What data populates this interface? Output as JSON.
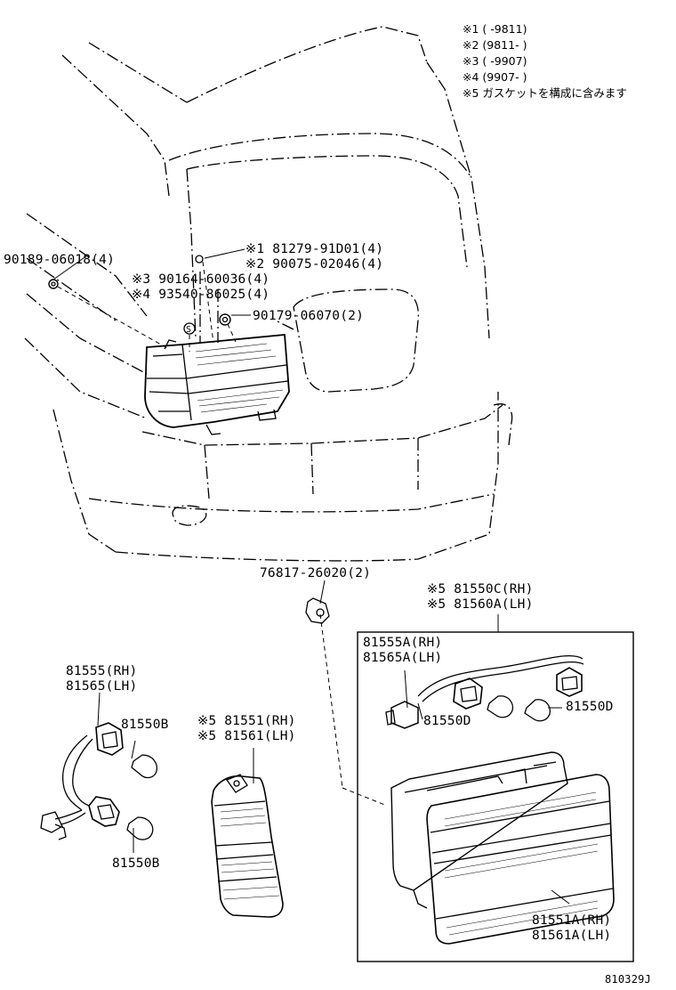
{
  "notes": [
    "※1 (      -9811)",
    "※2 (9811-      )",
    "※3 (      -9907)",
    "※4 (9907-      )",
    "※5 ガスケットを構成に含みます"
  ],
  "labels": {
    "p90189": "90189-06018(4)",
    "p81279": "※1 81279-91D01(4)",
    "p90075": "※2 90075-02046(4)",
    "p90164": "※3 90164-60036(4)",
    "p93540": "※4 93540-86025(4)",
    "p90179": "90179-06070(2)",
    "p76817": "76817-26020(2)",
    "p81550C": "※5 81550C(RH)",
    "p81560A": "※5 81560A(LH)",
    "p81555A": "81555A(RH)",
    "p81565A": "81565A(LH)",
    "p81550D_1": "81550D",
    "p81550D_2": "81550D",
    "p81555": "81555(RH)",
    "p81565": "81565(LH)",
    "p81550B_1": "81550B",
    "p81550B_2": "81550B",
    "p81551": "※5 81551(RH)",
    "p81561": "※5 81561(LH)",
    "p81551A": "81551A(RH)",
    "p81561A": "81561A(LH)",
    "s_marker": "S",
    "figure_id": "810329J"
  }
}
